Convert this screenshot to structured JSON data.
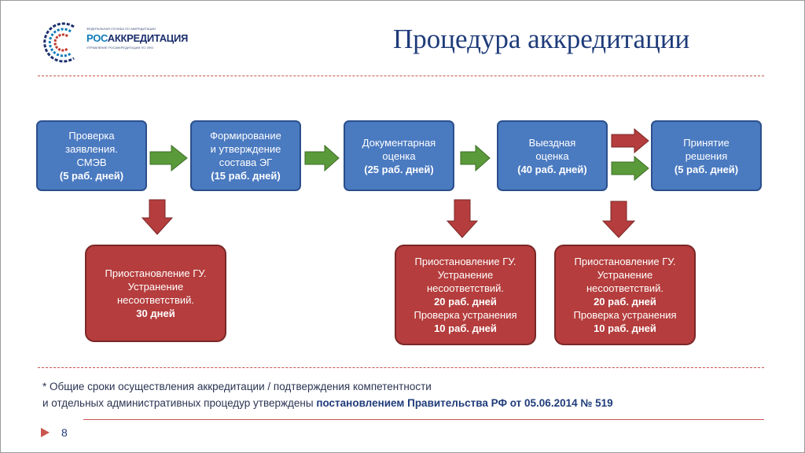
{
  "slide": {
    "title": "Процедура аккредитации",
    "page_number": "8"
  },
  "logo": {
    "name": "РОСАККРЕДИТАЦИЯ",
    "name_part1": "РОС",
    "name_part2": "АККРЕДИТАЦИЯ",
    "tiny_line1": "ФЕДЕРАЛЬНАЯ СЛУЖБА ПО АККРЕДИТАЦИИ",
    "tiny_line2": "УПРАВЛЕНИЕ РОСАККРЕДИТАЦИИ ПО ЗФО"
  },
  "steps": [
    {
      "lines": [
        "Проверка",
        "заявления.",
        "СМЭВ"
      ],
      "duration": "(5 раб. дней)"
    },
    {
      "lines": [
        "Формирование",
        "и утверждение",
        "состава ЭГ"
      ],
      "duration": "(15 раб. дней)"
    },
    {
      "lines": [
        "Документарная",
        "оценка"
      ],
      "duration": "(25 раб. дней)"
    },
    {
      "lines": [
        "Выездная",
        "оценка"
      ],
      "duration": "(40 раб. дней)"
    },
    {
      "lines": [
        "Принятие",
        "решения"
      ],
      "duration": "(5 раб. дней)"
    }
  ],
  "suspensions": [
    {
      "lines": [
        "Приостановление ГУ.",
        "Устранение",
        "несоответствий."
      ],
      "bold_1": "30  дней"
    },
    {
      "lines": [
        "Приостановление ГУ.",
        "Устранение",
        "несоответствий."
      ],
      "bold_1": "20 раб. дней",
      "extra": "Проверка устранения",
      "bold_2": "10 раб. дней"
    },
    {
      "lines": [
        "Приостановление ГУ.",
        "Устранение",
        "несоответствий."
      ],
      "bold_1": "20 раб. дней",
      "extra": "Проверка устранения",
      "bold_2": "10 раб. дней"
    }
  ],
  "note": {
    "line1": "* Общие сроки осуществления аккредитации / подтверждения компетентности",
    "line2_prefix": "и отдельных административных процедур утверждены ",
    "line2_bold": "постановлением Правительства РФ от 05.06.2014 № 519"
  },
  "colors": {
    "step_fill": "#4a7ac0",
    "suspension_fill": "#b53d3d",
    "arrow_green": "#5a9a3a",
    "arrow_red": "#b53d3d",
    "title": "#1f3c7a"
  }
}
